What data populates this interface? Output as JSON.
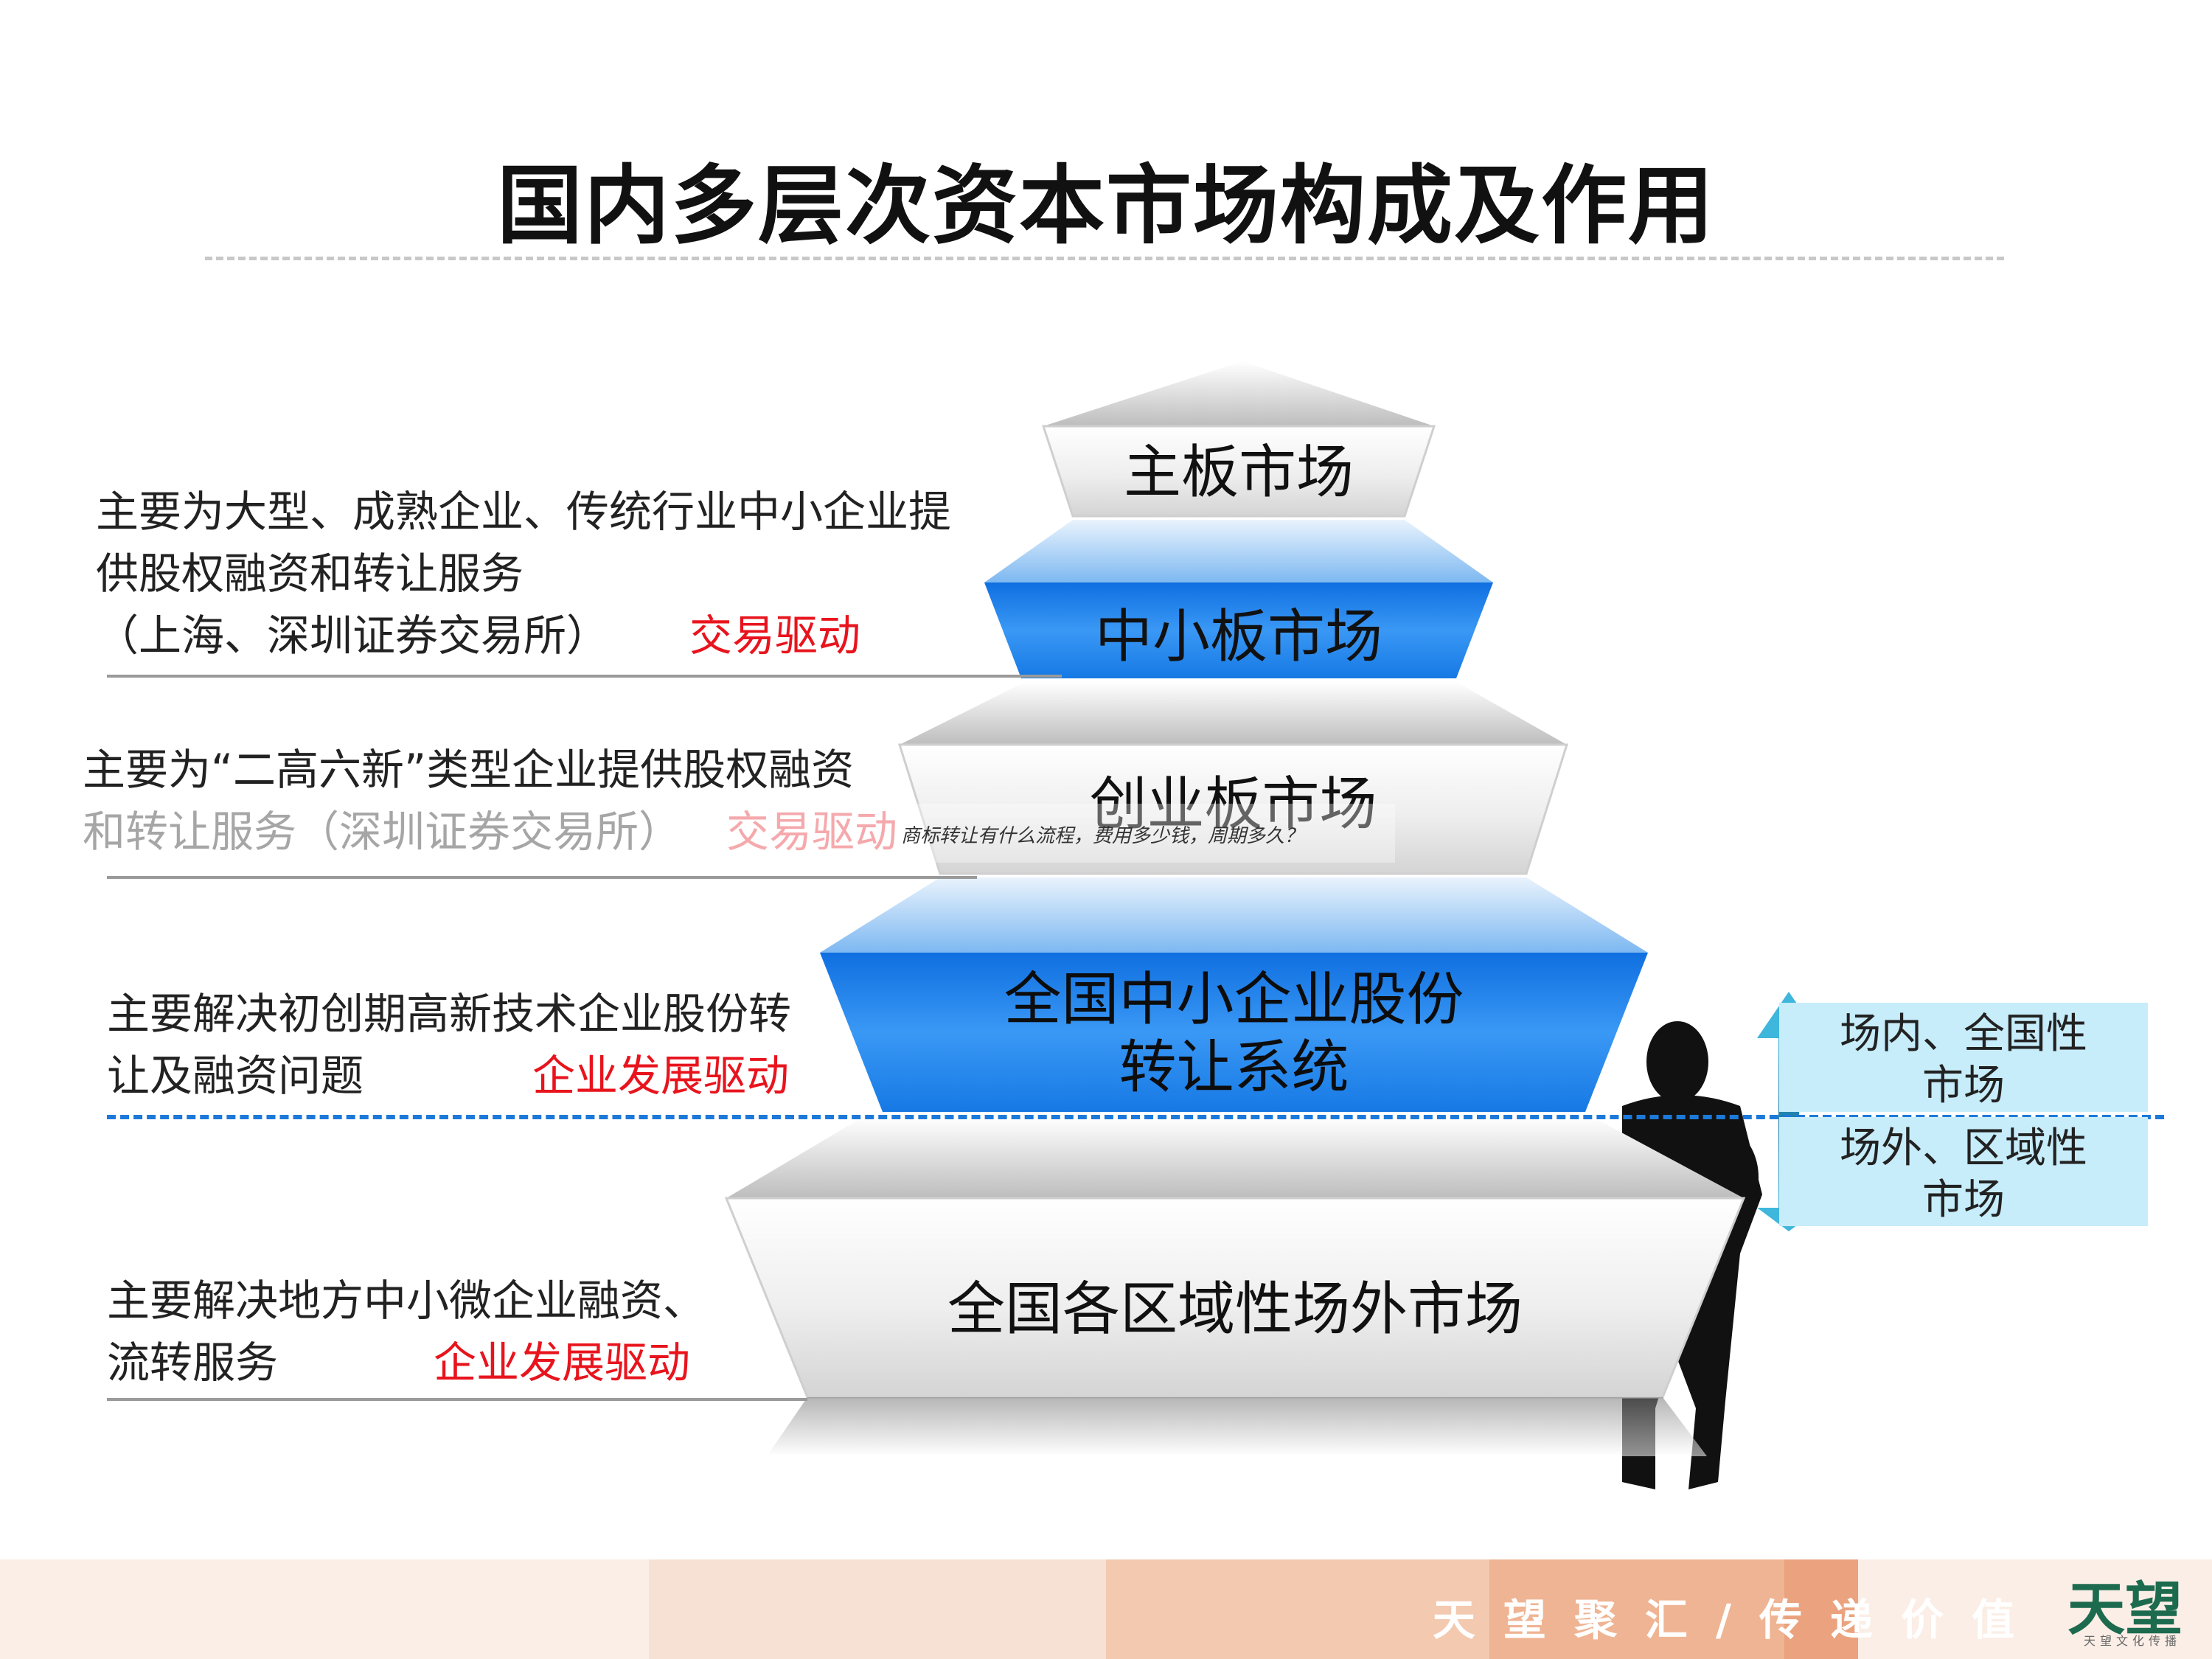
{
  "title": "国内多层次资本市场构成及作用",
  "pyramid": {
    "tier1": "主板市场",
    "tier2": "中小板市场",
    "tier3": "创业板市场",
    "tier4_line1": "全国中小企业股份",
    "tier4_line2": "转让系统",
    "tier5": "全国各区域性场外市场"
  },
  "descriptions": {
    "main_board_line1": "主要为大型、成熟企业、传统行业中小企业提",
    "main_board_line2": "供股权融资和转让服务",
    "main_board_line3": "（上海、深圳证券交易所）",
    "main_board_driver": "交易驱动",
    "gem_line1": "主要为“二高六新”类型企业提供股权融资",
    "gem_line2": "和转让服务（深圳证券交易所）",
    "gem_driver": "交易驱动",
    "neeq_line1": "主要解决初创期高新技术企业股份转",
    "neeq_line2": "让及融资问题",
    "neeq_driver": "企业发展驱动",
    "regional_line1": "主要解决地方中小微企业融资、",
    "regional_line2": "流转服务",
    "regional_driver": "企业发展驱动"
  },
  "overlay_note": "商标转让有什么流程，费用多少钱，周期多久？",
  "side": {
    "top_line1": "场内、全国性",
    "top_line2": "市场",
    "bottom_line1": "场外、区域性",
    "bottom_line2": "市场"
  },
  "footer": {
    "slogan": "天望聚汇/传递价值",
    "logo": "天望",
    "logo_sub": "天望文化传播"
  },
  "colors": {
    "accent_blue": "#1f86f0",
    "silver": "#e8e8e8",
    "driver_red": "#e8141d",
    "divider_blue": "#1c79d9",
    "side_box": "#c7ecfa",
    "arrow_teal": "#2aa0c8"
  }
}
